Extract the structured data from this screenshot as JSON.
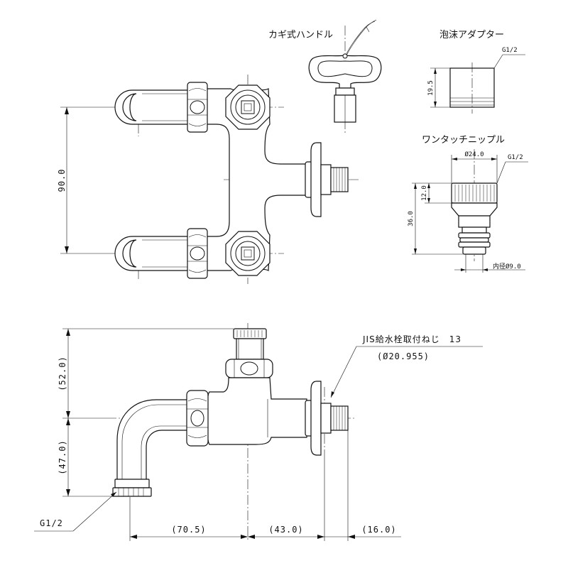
{
  "labels": {
    "key_handle": "カギ式ハンドル",
    "foam_adapter": "泡沫アダプター",
    "one_touch_nipple": "ワンタッチニップル",
    "jis_thread": "JIS給水栓取付ねじ　13",
    "jis_diameter": "(Ø20.955)"
  },
  "dimensions": {
    "top_height": "90.0",
    "side_upper": "(52.0)",
    "side_lower": "(47.0)",
    "width_left": "(70.5)",
    "width_mid": "(43.0)",
    "width_right": "(16.0)",
    "thread_bottom": "G1/2",
    "adapter_thread": "G1/2",
    "adapter_height": "19.5",
    "nipple_diameter": "Ø24.0",
    "nipple_thread": "G1/2",
    "nipple_height_small": "12.0",
    "nipple_height_total": "36.0",
    "nipple_inner": "内径Ø9.0"
  }
}
